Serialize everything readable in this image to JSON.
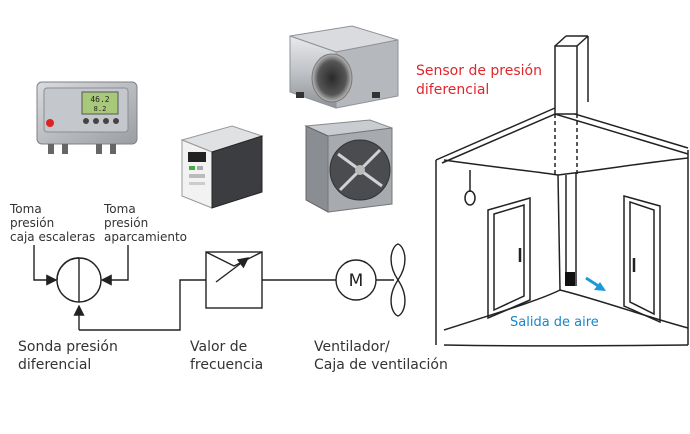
{
  "labels": {
    "toma_left": [
      "Toma",
      "presión",
      "caja escaleras"
    ],
    "toma_right": [
      "Toma",
      "presión",
      "aparcamiento"
    ],
    "sonda": [
      "Sonda presión",
      "diferencial"
    ],
    "valor": [
      "Valor de",
      "frecuencia"
    ],
    "ventilador": [
      "Ventilador/",
      "Caja de ventilación"
    ],
    "motor": "M",
    "sensor": [
      "Sensor de presión",
      "diferencial"
    ],
    "salida": "Salida de aire"
  },
  "device_display": {
    "line1": "46.2",
    "line2": "8.2"
  },
  "colors": {
    "sensor_text": "#e3242b",
    "salida_text": "#1a86c8",
    "arrow": "#1a9ad6",
    "line": "#222222"
  }
}
